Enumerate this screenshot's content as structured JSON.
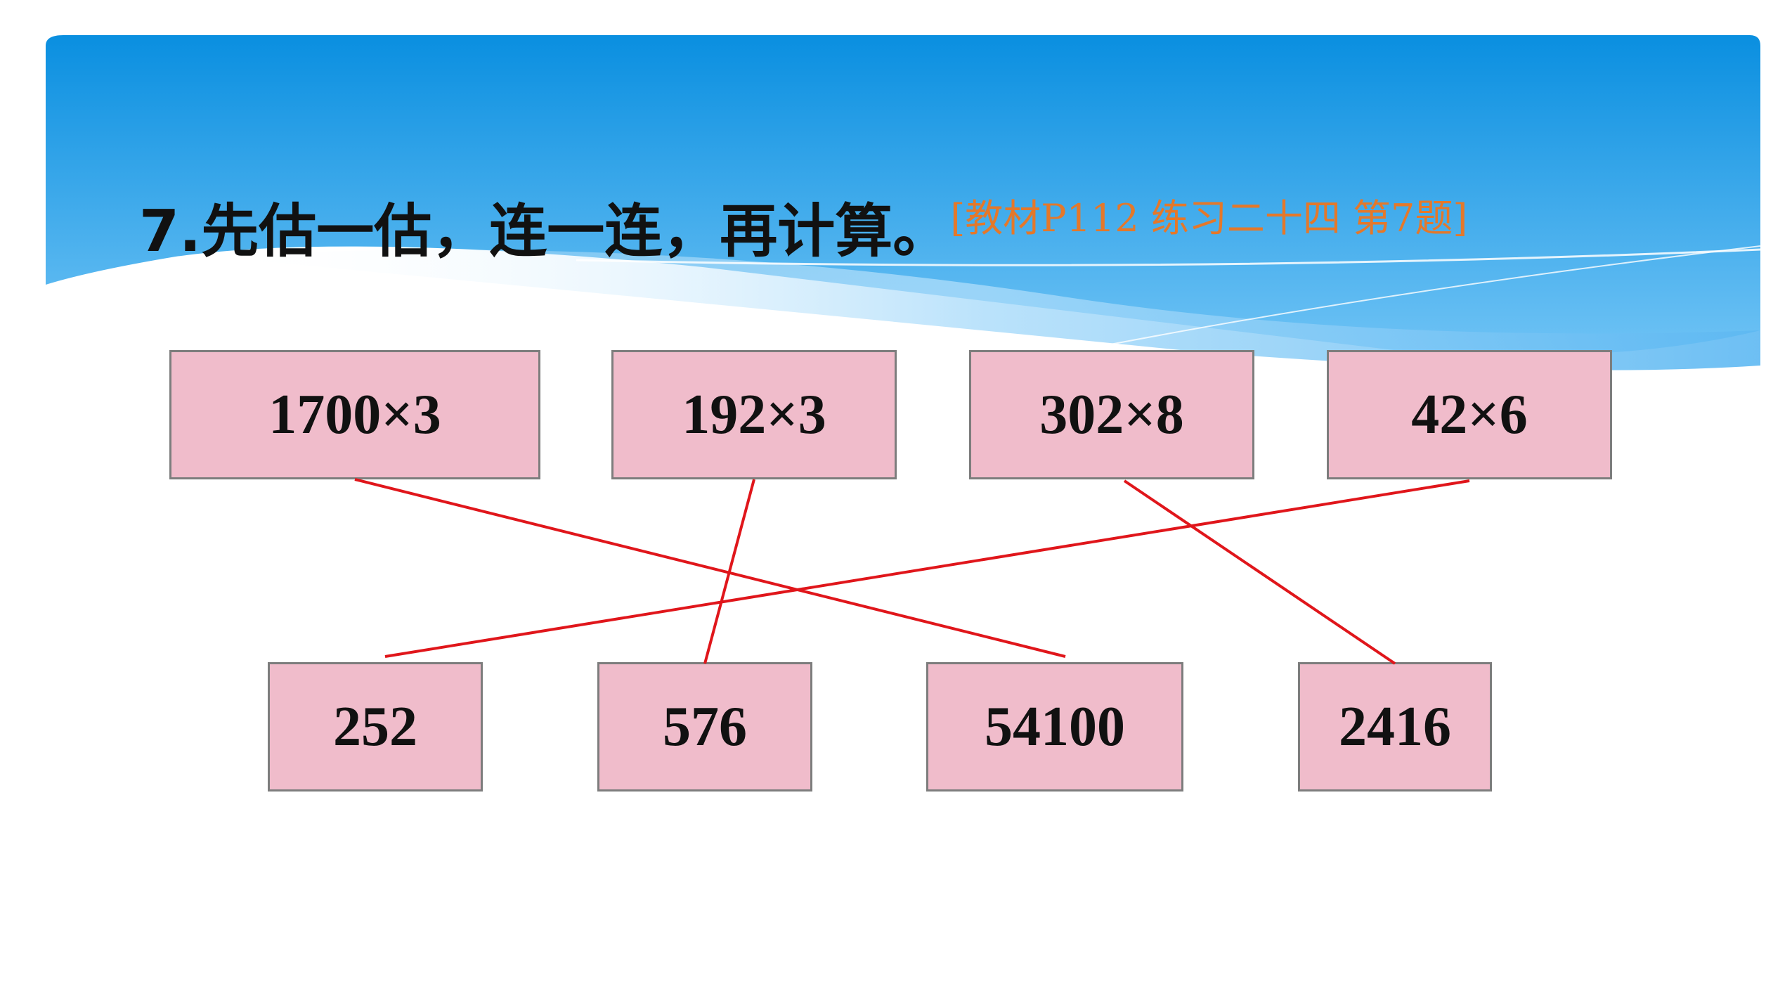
{
  "title": "7.先估一估，连一连，再计算。",
  "reference": "[教材P112 练习二十四 第7题]",
  "expressions": [
    {
      "text": "1700×3"
    },
    {
      "text": "192×3"
    },
    {
      "text": "302×8"
    },
    {
      "text": "42×6"
    }
  ],
  "results": [
    {
      "text": "252"
    },
    {
      "text": "576"
    },
    {
      "text": "54100"
    },
    {
      "text": "2416"
    }
  ],
  "connections": [
    {
      "from": "1700×3",
      "to": "54100"
    },
    {
      "from": "192×3",
      "to": "576"
    },
    {
      "from": "302×8",
      "to": "2416"
    },
    {
      "from": "42×6",
      "to": "252"
    }
  ],
  "colors": {
    "box_fill": "#f0bccb",
    "box_border": "#7d7d7d",
    "line": "#e0161b",
    "reference": "#e4782a",
    "banner_top": "#0a8fe0",
    "banner_bottom": "#6fc3f5"
  }
}
